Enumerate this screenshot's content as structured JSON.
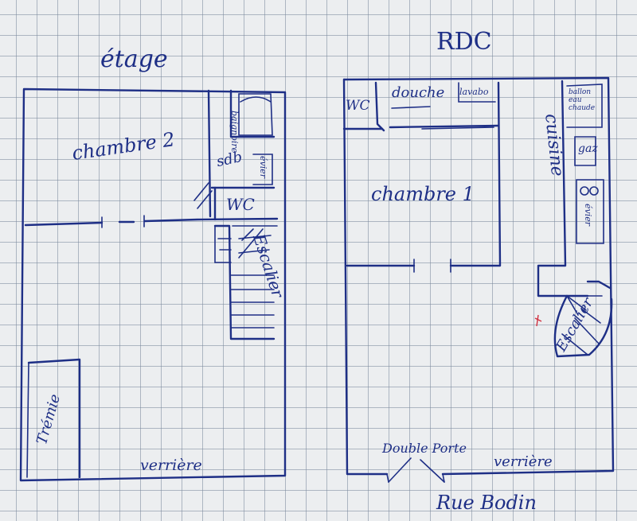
{
  "floor_upper": {
    "title": "étage",
    "rooms": {
      "bedroom": "chambre 2",
      "bathroom": "sdb",
      "bathtub": "baignoire",
      "sink": "évier",
      "toilet": "WC",
      "stairs": "Escalier",
      "hopper": "Trémie",
      "skylight": "verrière"
    }
  },
  "floor_ground": {
    "title": "RDC",
    "rooms": {
      "toilet": "WC",
      "shower": "douche",
      "washbasin": "lavabo",
      "bedroom": "chambre 1",
      "kitchen": "cuisine",
      "boiler": "ballon eau chaude",
      "gas": "gaz",
      "sink": "évier",
      "stairs": "Escalier",
      "double_door": "Double Porte",
      "skylight": "verrière"
    },
    "street": "Rue Bodin"
  },
  "colors": {
    "ink": "#1e2f86",
    "paper": "#eceef0",
    "grid": "#78879b",
    "red_mark": "#d03040"
  }
}
